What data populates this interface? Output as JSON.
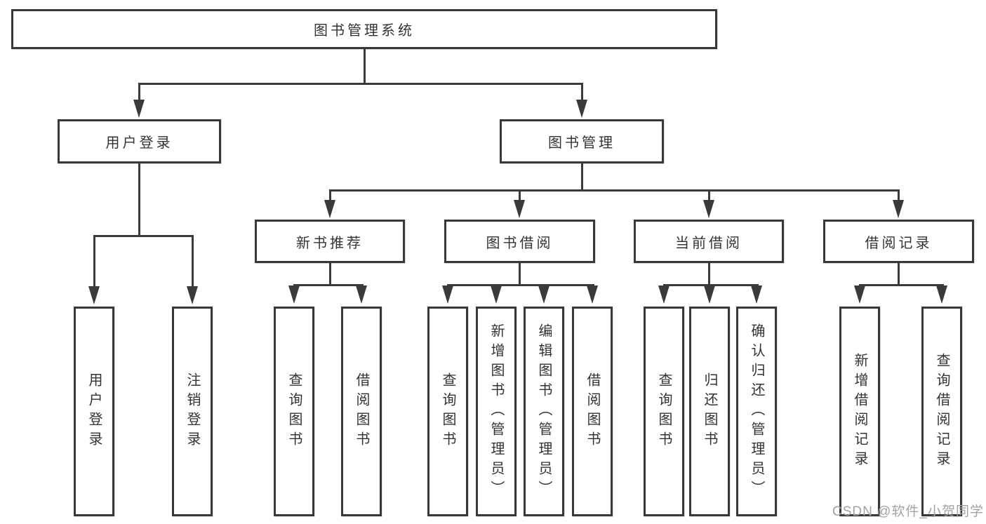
{
  "tree": {
    "root": "图书管理系统",
    "level2": [
      {
        "label": "用户登录",
        "children": [
          "用户登录",
          "注销登录"
        ]
      },
      {
        "label": "图书管理",
        "children": [
          {
            "label": "新书推荐",
            "children": [
              "查询图书",
              "借阅图书"
            ]
          },
          {
            "label": "图书借阅",
            "children": [
              "查询图书",
              "新增图书（管理员）",
              "编辑图书（管理员）",
              "借阅图书"
            ]
          },
          {
            "label": "当前借阅",
            "children": [
              "查询图书",
              "归还图书",
              "确认归还（管理员）"
            ]
          },
          {
            "label": "借阅记录",
            "children": [
              "新增借阅记录",
              "查询借阅记录"
            ]
          }
        ]
      }
    ]
  },
  "watermark": "CSDN @软件_小贺同学",
  "colors": {
    "line": "#3a3a3a",
    "box_border": "#383838",
    "text": "#333333",
    "watermark": "#a3a3a3",
    "background": "#ffffff"
  }
}
